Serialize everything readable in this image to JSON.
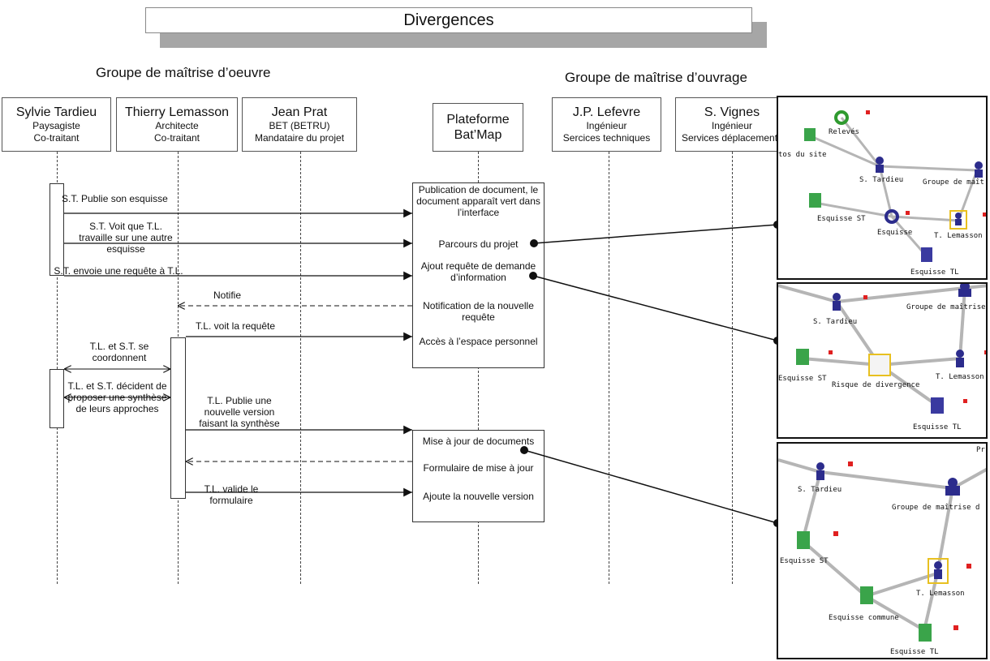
{
  "title": "Divergences",
  "groups": {
    "left": "Groupe de maîtrise d’oeuvre",
    "right": "Groupe de maîtrise d’ouvrage"
  },
  "actors": [
    {
      "name": "Sylvie Tardieu",
      "role1": "Paysagiste",
      "role2": "Co-traitant"
    },
    {
      "name": "Thierry Lemasson",
      "role1": "Architecte",
      "role2": "Co-traitant"
    },
    {
      "name": "Jean Prat",
      "role1": "BET (BETRU)",
      "role2": "Mandataire du projet"
    },
    {
      "name": "Plateforme",
      "role1": "Bat’Map",
      "role2": ""
    },
    {
      "name": "J.P. Lefevre",
      "role1": "Ingénieur",
      "role2": "Sercices techniques"
    },
    {
      "name": "S. Vignes",
      "role1": "Ingénieur",
      "role2": "Services déplacements"
    }
  ],
  "messages": {
    "m1": "S.T. Publie son esquisse",
    "m2": "S.T. Voit que T.L. travaille sur une autre esquisse",
    "m3": "S.T. envoie une requête à T.L.",
    "m4": "Notifie",
    "m5": "T.L. voit la requête",
    "m6": "T.L. et S.T. se coordonnent",
    "m7": "T.L. et S.T. décident de proposer une synthèse de leurs approches",
    "m8": "T.L. Publie une nouvelle version faisant la synthèse",
    "m9": "T.L. valide le formulaire"
  },
  "platform_box1": [
    "Publication de document, le document apparaît vert dans l’interface",
    "Parcours du projet",
    "Ajout requête de demande d’information",
    "Notification de la nouvelle requête",
    "Accès à l’espace personnel"
  ],
  "platform_box2": [
    "Mise à jour de documents",
    "Formulaire de mise à jour",
    "Ajoute la nouvelle version"
  ],
  "panel1": {
    "releves": "Relevés",
    "photos": "tos du site",
    "tardieu": "S. Tardieu",
    "groupe": "Groupe de maît",
    "esquisse_st": "Esquisse ST",
    "esquisse": "Esquisse",
    "lemasson": "T. Lemasson",
    "esquisse_tl": "Esquisse TL"
  },
  "panel2": {
    "tardieu": "S. Tardieu",
    "groupe": "Groupe de maîtrise",
    "esquisse_st": "Esquisse ST",
    "risque": "Risque de divergence",
    "lemasson": "T. Lemasson",
    "esquisse_tl": "Esquisse TL"
  },
  "panel3": {
    "pr": "Pr",
    "tardieu": "S. Tardieu",
    "groupe": "Groupe de maîtrise d",
    "esquisse_st": "Esquisse ST",
    "lemasson": "T. Lemasson",
    "commune": "Esquisse commune",
    "esquisse_tl": "Esquisse TL"
  },
  "colors": {
    "doc_green": "#3aa44a",
    "person_blue": "#2c2c8c",
    "badge_red": "#e02020",
    "highlight": "#e8c020"
  }
}
